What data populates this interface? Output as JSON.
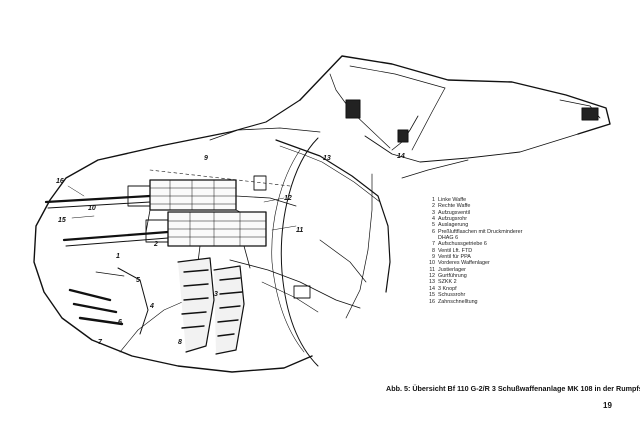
{
  "figure": {
    "callouts": [
      "1",
      "2",
      "3",
      "4",
      "5",
      "6",
      "7",
      "8",
      "9",
      "10",
      "11",
      "12",
      "13",
      "14",
      "15",
      "16"
    ]
  },
  "legend": {
    "items": [
      {
        "num": "1",
        "text": "Linke Waffe"
      },
      {
        "num": "2",
        "text": "Rechte Waffe"
      },
      {
        "num": "3",
        "text": "Aufzugsventil"
      },
      {
        "num": "4",
        "text": "Aufzugsrohr"
      },
      {
        "num": "5",
        "text": "Auslagerung"
      },
      {
        "num": "6",
        "text": "Preßluftflaschen mit Druckminderer"
      },
      {
        "num": "",
        "text": "DHAG 6"
      },
      {
        "num": "7",
        "text": "Aufschussgetriebe 6"
      },
      {
        "num": "8",
        "text": "Ventil Lft. FTD"
      },
      {
        "num": "9",
        "text": "Ventil für PPA"
      },
      {
        "num": "10",
        "text": "Vorderes Waffenlager"
      },
      {
        "num": "11",
        "text": "Justierlager"
      },
      {
        "num": "12",
        "text": "Gurtführung"
      },
      {
        "num": "13",
        "text": "SZKK 2"
      },
      {
        "num": "14",
        "text": "3 Knopf"
      },
      {
        "num": "15",
        "text": "Schussrohr"
      },
      {
        "num": "16",
        "text": "Zahnschnelltung"
      }
    ]
  },
  "caption": "Abb. 5: Übersicht Bf 110 G-2/R 3 Schußwaffenanlage MK 108 in der Rumpfspitze",
  "page_number": "19"
}
